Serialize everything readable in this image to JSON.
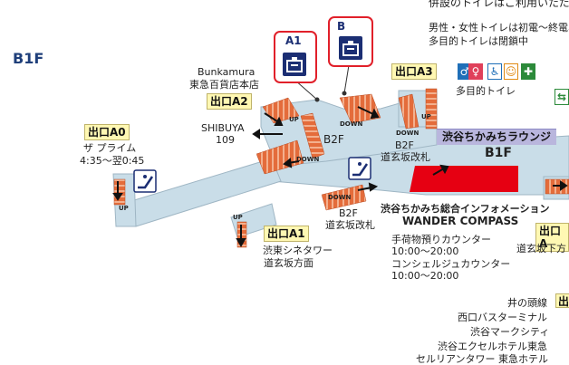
{
  "floor": "B1F",
  "notice_lines": [
    "併設のトイレはご利用いただ",
    "男性・女性トイレは初電～終電、",
    "多目的トイレは閉鎖中"
  ],
  "lockers": [
    {
      "id": "A1"
    },
    {
      "id": "B"
    }
  ],
  "exits": {
    "a0": "出口A0",
    "a1": "出口A1",
    "a2": "出口A2",
    "a3": "出口A3",
    "a_right": "出口A"
  },
  "labels": {
    "bunkamura": "Bunkamura",
    "tokyu_honten": "東急百貨店本店",
    "shibuya109_1": "SHIBUYA",
    "shibuya109_2": "109",
    "the_prime": "ザ プライム",
    "prime_hours": "4:35～翌0:45",
    "b2f_left": "B2F",
    "b2f_mid": "B2F",
    "dogenzaka_mid": "道玄坂改札",
    "b2f_low": "B2F",
    "dogenzaka_low": "道玄坂改札",
    "b1f_center": "B1F",
    "multipurpose_toilet": "多目的トイレ",
    "lounge": "渋谷ちかみちラウンジ",
    "info1": "渋谷ちかみち総合インフォメーション",
    "info2": "WANDER COMPASS",
    "baggage": "手荷物預りカウンター",
    "baggage_hours": "10:00～20:00",
    "concierge": "コンシェルジュカウンター",
    "concierge_hours": "10:00～20:00",
    "a1_dest1": "渋東シネタワー",
    "a1_dest2": "道玄坂方面",
    "right_dest": "道玄坂下方",
    "up": "UP",
    "down": "DOWN"
  },
  "destinations": [
    "井の頭線",
    "西口バスターミナル",
    "渋谷マークシティ",
    "渋谷エクセルホテル東急",
    "セルリアンタワー 東急ホテル"
  ],
  "icons": [
    "coin-locker-icon",
    "mens-toilet-icon",
    "womens-toilet-icon",
    "wheelchair-icon",
    "nursing-room-icon",
    "ostomate-icon",
    "escalator-icon",
    "exit-arrow-icon"
  ],
  "colors": {
    "passage": "#c9dde8",
    "stairs": "#e46c3b",
    "info_counter": "#e60012",
    "exit_label": "#fff8b3",
    "lounge": "#b9b6dd",
    "locker_frame": "#e1202a",
    "locker_icon": "#1b2e73"
  }
}
